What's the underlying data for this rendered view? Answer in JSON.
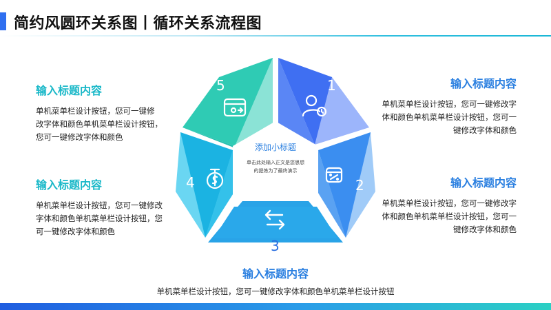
{
  "title": "简约风圆环关系图丨循环关系流程图",
  "center": {
    "heading": "添加小标题",
    "text_line1": "单击此处输入正文是您思想",
    "text_line2": "的提炼为了最终演示"
  },
  "segments": [
    {
      "number": "1",
      "icon": "user-clock-icon",
      "color": "#3c6ef0"
    },
    {
      "number": "2",
      "icon": "calendar-percent-icon",
      "color": "#3a8cf0"
    },
    {
      "number": "3",
      "icon": "transfer-arrows-icon",
      "color": "#1e9fe6"
    },
    {
      "number": "4",
      "icon": "money-clock-icon",
      "color": "#1bb3e2"
    },
    {
      "number": "5",
      "icon": "browser-settings-icon",
      "color": "#27cdb5"
    }
  ],
  "blocks": {
    "top_left": {
      "heading": "输入标题内容",
      "lines": [
        "单机菜单栏设计按钮，您可一键修",
        "改字体和颜色单机菜单栏设计按钮，",
        "您可一键修改字体和颜色"
      ]
    },
    "mid_left": {
      "heading": "输入标题内容",
      "lines": [
        "单机菜单栏设计按钮，您可一键修改",
        "字体和颜色单机菜单栏设计按钮，您",
        "可一键修改字体和颜色"
      ]
    },
    "top_right": {
      "heading": "输入标题内容",
      "lines": [
        "单机菜单栏设计按钮，您可一键修改字",
        "体和颜色单机菜单栏设计按钮，您可一",
        "键修改字体和颜色"
      ]
    },
    "mid_right": {
      "heading": "输入标题内容",
      "lines": [
        "单机菜单栏设计按钮，您可一键修改字",
        "体和颜色单机菜单栏设计按钮，您可一",
        "键修改字体和颜色"
      ]
    },
    "bottom": {
      "heading": "输入标题内容",
      "lines": [
        "单机菜单栏设计按钮，您可一键修改字体和颜色单机菜单栏设计按钮"
      ]
    }
  }
}
